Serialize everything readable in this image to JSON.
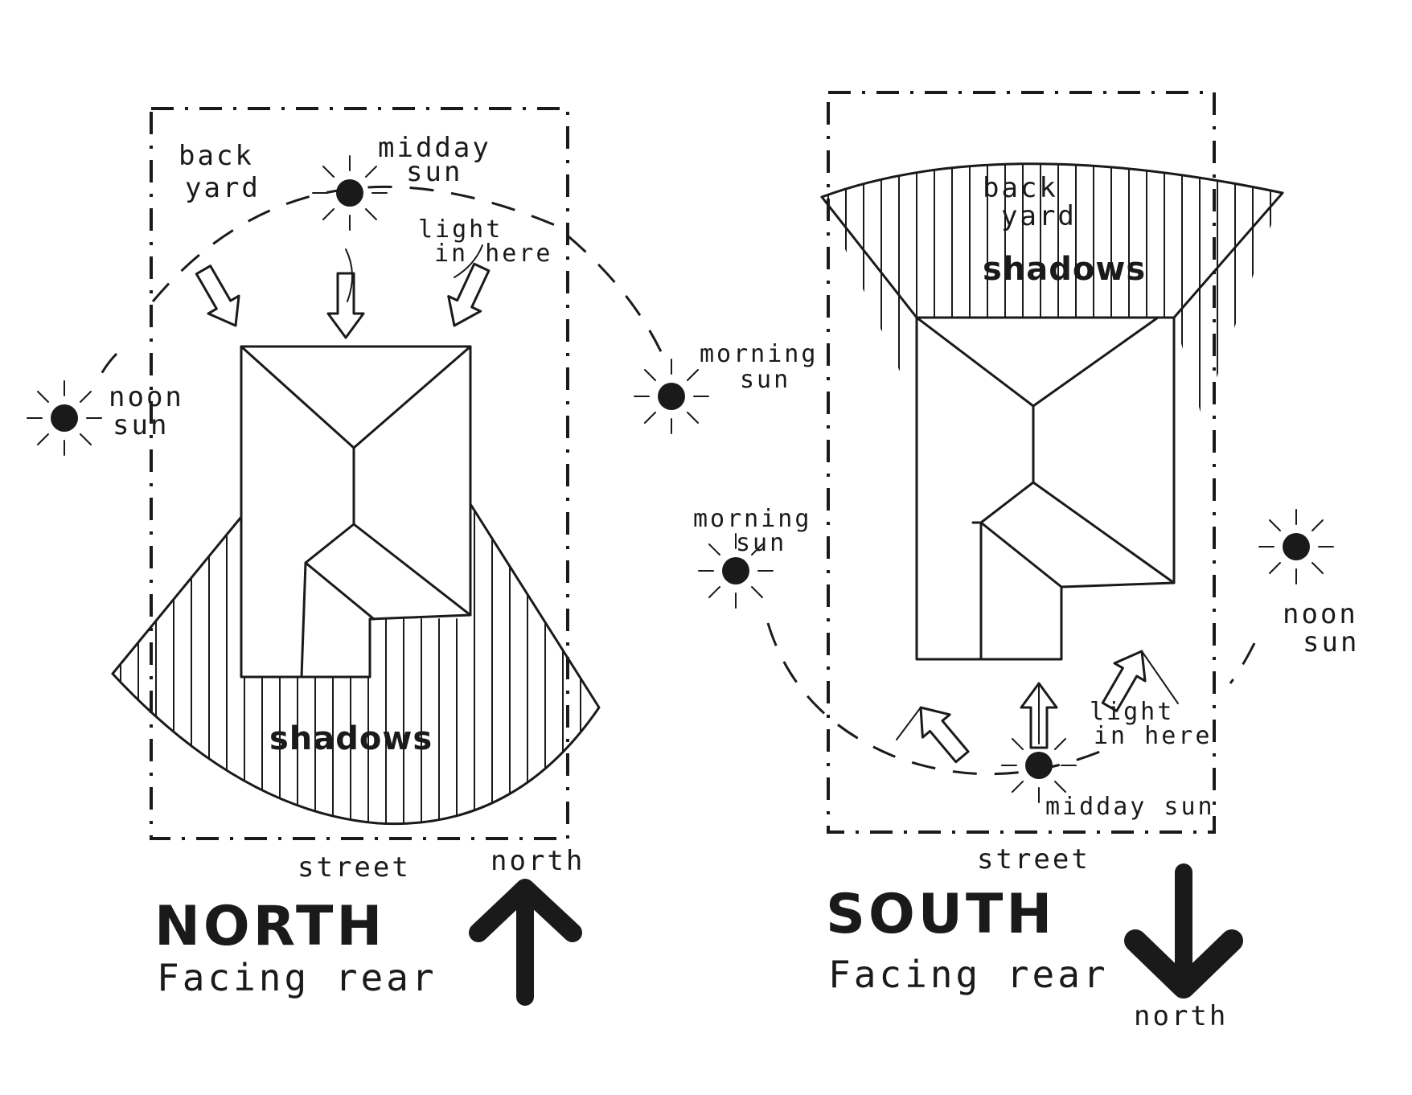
{
  "north_diagram": {
    "title": "NORTH",
    "subtitle": "Facing rear",
    "labels": {
      "back_yard_line1": "back",
      "back_yard_line2": "yard",
      "midday_line1": "midday",
      "midday_line2": "sun",
      "light_line1": "light",
      "light_line2": "in here",
      "noon_line1": "noon",
      "noon_line2": "sun",
      "shadows": "shadows",
      "street": "street",
      "north": "north"
    }
  },
  "south_diagram": {
    "title": "SOUTH",
    "subtitle": "Facing rear",
    "labels": {
      "back_yard_line1": "back",
      "back_yard_line2": "yard",
      "shadows": "shadows",
      "morning_top_line1": "morning",
      "morning_top_line2": "sun",
      "morning_bottom_line1": "morning",
      "morning_bottom_line2": "sun",
      "noon_line1": "noon",
      "noon_line2": "sun",
      "light_line1": "light",
      "light_line2": "in here",
      "midday": "midday sun",
      "street": "street",
      "north": "north"
    }
  },
  "icons": {
    "sun": "sun-icon",
    "arrow_up": "north-arrow-up-icon",
    "arrow_down": "north-arrow-down-icon",
    "light_arrow": "light-arrow-icon"
  },
  "colors": {
    "ink": "#1a1a1a",
    "paper": "#ffffff"
  }
}
